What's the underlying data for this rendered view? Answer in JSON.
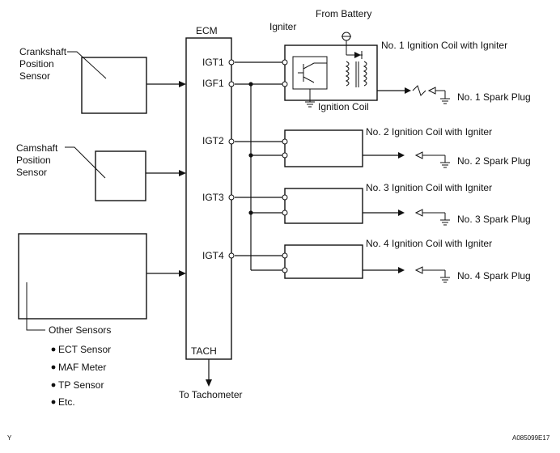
{
  "ecm": {
    "title": "ECM",
    "pins": {
      "igt1": "IGT1",
      "igf1": "IGF1",
      "igt2": "IGT2",
      "igt3": "IGT3",
      "igt4": "IGT4",
      "tach": "TACH"
    }
  },
  "sensors": {
    "crankshaft": [
      "Crankshaft",
      "Position",
      "Sensor"
    ],
    "camshaft": [
      "Camshaft",
      "Position",
      "Sensor"
    ],
    "other": "Other Sensors",
    "other_list": [
      "ECT Sensor",
      "MAF Meter",
      "TP Sensor",
      "Etc."
    ]
  },
  "tachometer": "To Tachometer",
  "battery": "From Battery",
  "igniter": "Igniter",
  "ignition_coil": "Ignition Coil",
  "coils": [
    "No. 1 Ignition Coil with Igniter",
    "No. 2 Ignition Coil with Igniter",
    "No. 3 Ignition Coil with Igniter",
    "No. 4 Ignition Coil with Igniter"
  ],
  "spark_plugs": [
    "No. 1 Spark Plug",
    "No. 2 Spark Plug",
    "No. 3 Spark Plug",
    "No. 4 Spark Plug"
  ],
  "footer": {
    "left_code": "Y",
    "right_code": "A085099E17"
  }
}
